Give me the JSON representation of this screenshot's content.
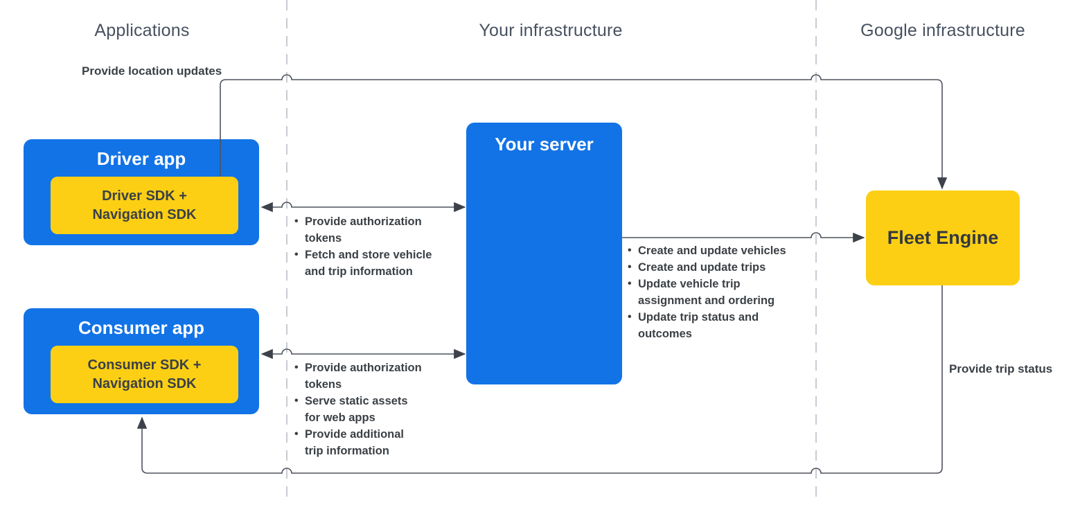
{
  "columns": {
    "applications": "Applications",
    "your_infrastructure": "Your infrastructure",
    "google_infrastructure": "Google infrastructure"
  },
  "boxes": {
    "driver_app": {
      "title": "Driver app",
      "sdk": "Driver SDK +\nNavigation SDK"
    },
    "consumer_app": {
      "title": "Consumer app",
      "sdk": "Consumer SDK +\nNavigation SDK"
    },
    "your_server": {
      "title": "Your server"
    },
    "fleet_engine": {
      "title": "Fleet Engine"
    }
  },
  "labels": {
    "provide_location_updates": "Provide location updates",
    "provide_trip_status": "Provide trip status"
  },
  "lists": {
    "bullet_char": "•",
    "driver_server": [
      "Provide authorization\ntokens",
      "Fetch and store vehicle\nand trip information"
    ],
    "consumer_server": [
      "Provide authorization\ntokens",
      "Serve static assets\nfor web apps",
      "Provide additional\ntrip information"
    ],
    "server_fleet": [
      "Create and update vehicles",
      "Create and update trips",
      "Update vehicle trip\nassignment and ordering",
      "Update trip status and\noutcomes"
    ]
  },
  "colors": {
    "box_blue": "#1273e6",
    "box_yellow": "#fccf14",
    "dark_text": "#3b4045",
    "header_text": "#47515f",
    "connector_line": "#4d525b",
    "dashed_divider": "#b9bfc7"
  }
}
